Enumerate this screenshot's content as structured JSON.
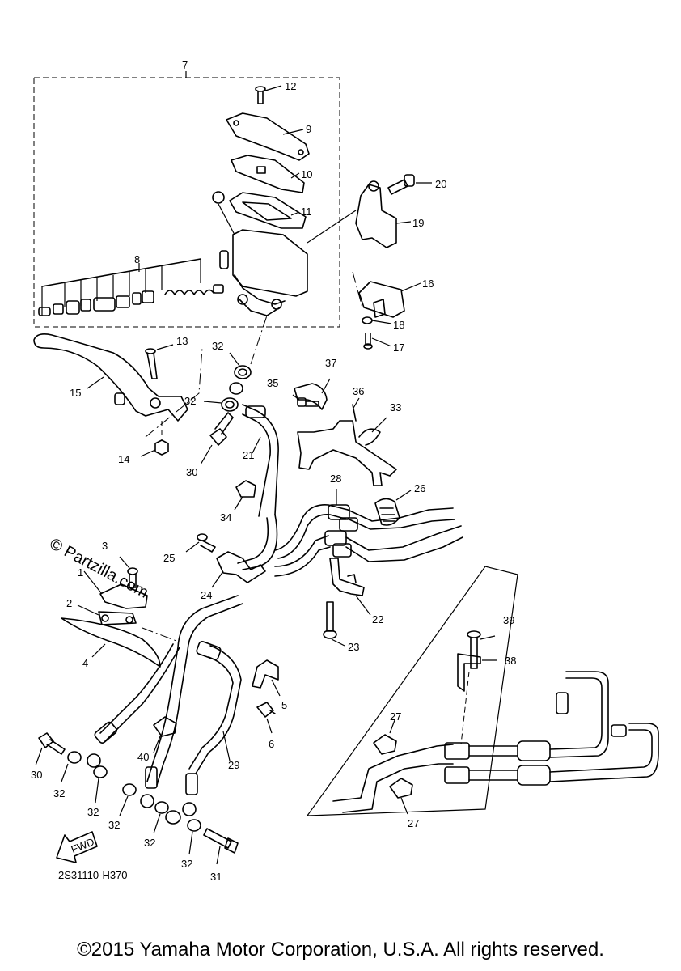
{
  "diagram": {
    "code": "2S31110-H370",
    "watermark": "© Partzilla.com",
    "fwd_label": "FWD",
    "callouts": [
      {
        "id": "c7",
        "text": "7"
      },
      {
        "id": "c12",
        "text": "12"
      },
      {
        "id": "c9",
        "text": "9"
      },
      {
        "id": "c10",
        "text": "10"
      },
      {
        "id": "c11",
        "text": "11"
      },
      {
        "id": "c20",
        "text": "20"
      },
      {
        "id": "c19",
        "text": "19"
      },
      {
        "id": "c8",
        "text": "8"
      },
      {
        "id": "c16",
        "text": "16"
      },
      {
        "id": "c18",
        "text": "18"
      },
      {
        "id": "c17",
        "text": "17"
      },
      {
        "id": "c13",
        "text": "13"
      },
      {
        "id": "c32a",
        "text": "32"
      },
      {
        "id": "c37",
        "text": "37"
      },
      {
        "id": "c15",
        "text": "15"
      },
      {
        "id": "c32b",
        "text": "32"
      },
      {
        "id": "c35",
        "text": "35"
      },
      {
        "id": "c36",
        "text": "36"
      },
      {
        "id": "c33",
        "text": "33"
      },
      {
        "id": "c14",
        "text": "14"
      },
      {
        "id": "c30a",
        "text": "30"
      },
      {
        "id": "c21",
        "text": "21"
      },
      {
        "id": "c28",
        "text": "28"
      },
      {
        "id": "c26",
        "text": "26"
      },
      {
        "id": "c34",
        "text": "34"
      },
      {
        "id": "c3",
        "text": "3"
      },
      {
        "id": "c25",
        "text": "25"
      },
      {
        "id": "c1",
        "text": "1"
      },
      {
        "id": "c2",
        "text": "2"
      },
      {
        "id": "c24",
        "text": "24"
      },
      {
        "id": "c22",
        "text": "22"
      },
      {
        "id": "c23",
        "text": "23"
      },
      {
        "id": "c4",
        "text": "4"
      },
      {
        "id": "c39",
        "text": "39"
      },
      {
        "id": "c38",
        "text": "38"
      },
      {
        "id": "c5",
        "text": "5"
      },
      {
        "id": "c6",
        "text": "6"
      },
      {
        "id": "c27a",
        "text": "27"
      },
      {
        "id": "c40",
        "text": "40"
      },
      {
        "id": "c29",
        "text": "29"
      },
      {
        "id": "c30b",
        "text": "30"
      },
      {
        "id": "c32c",
        "text": "32"
      },
      {
        "id": "c32d",
        "text": "32"
      },
      {
        "id": "c32e",
        "text": "32"
      },
      {
        "id": "c32f",
        "text": "32"
      },
      {
        "id": "c32g",
        "text": "32"
      },
      {
        "id": "c27b",
        "text": "27"
      },
      {
        "id": "c31",
        "text": "31"
      }
    ]
  },
  "footer": {
    "copyright": "©2015 Yamaha Motor Corporation, U.S.A. All rights reserved."
  }
}
